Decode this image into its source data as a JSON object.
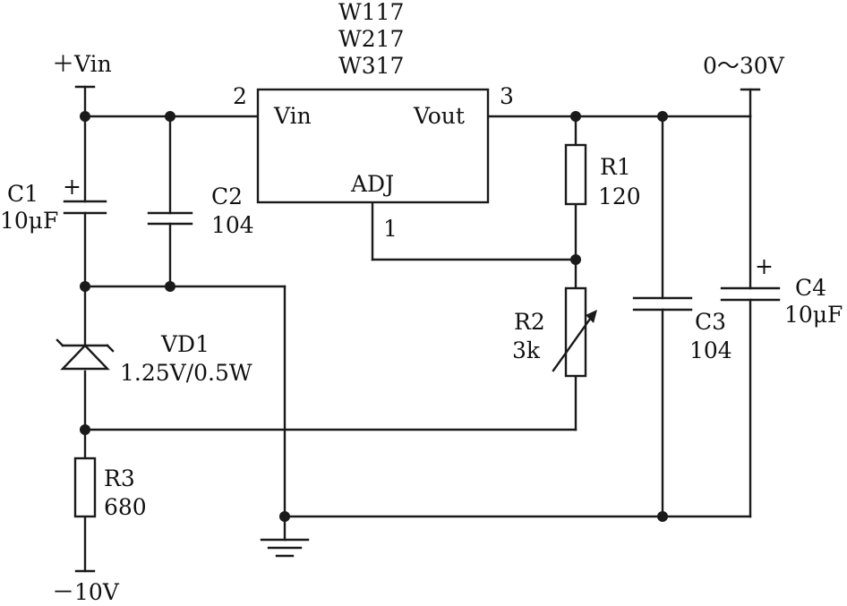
{
  "regulator": {
    "part_numbers": [
      "W117",
      "W217",
      "W317"
    ],
    "pin_vin": "Vin",
    "pin_vout": "Vout",
    "pin_adj": "ADJ",
    "pin_num_in": "2",
    "pin_num_out": "3",
    "pin_num_adj": "1"
  },
  "supply": {
    "positive": "＋Vin",
    "negative": "－10V",
    "output_range": "0～30V"
  },
  "components": {
    "c1": {
      "name": "C1",
      "value": "10μF",
      "polarity": "+"
    },
    "c2": {
      "name": "C2",
      "value": "104"
    },
    "c3": {
      "name": "C3",
      "value": "104"
    },
    "c4": {
      "name": "C4",
      "value": "10μF",
      "polarity": "+"
    },
    "r1": {
      "name": "R1",
      "value": "120"
    },
    "r2": {
      "name": "R2",
      "value": "3k"
    },
    "r3": {
      "name": "R3",
      "value": "680"
    },
    "vd1": {
      "name": "VD1",
      "value": "1.25V/0.5W"
    }
  },
  "colors": {
    "ink": "#1a1a1a",
    "paper": "#ffffff"
  }
}
